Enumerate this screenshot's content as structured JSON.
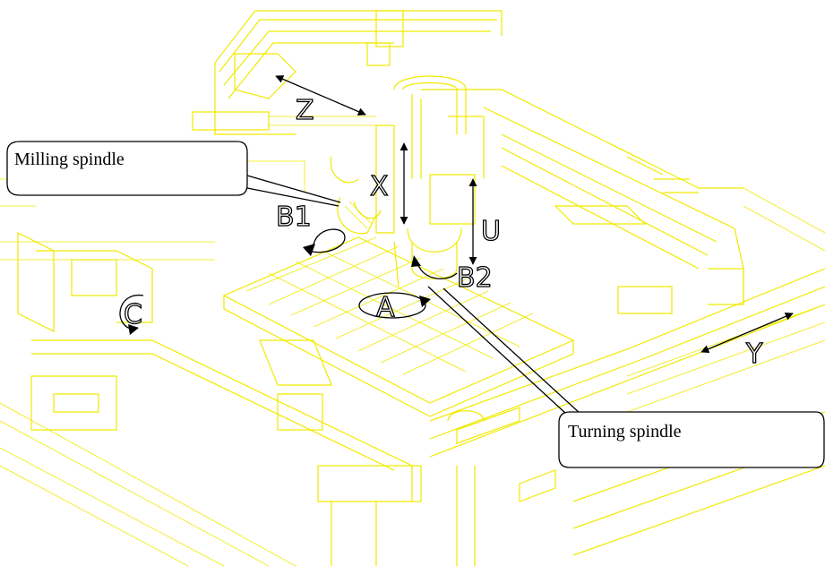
{
  "labels": {
    "milling_spindle": "Milling spindle",
    "turning_spindle": "Turning spindle"
  },
  "axes": {
    "z": "Z",
    "x": "X",
    "u": "U",
    "y": "Y",
    "b1": "B1",
    "b2": "B2",
    "a": "A",
    "c": "C"
  },
  "colors": {
    "machine_line": "#f0ea00",
    "annotation": "#000000",
    "background": "#ffffff"
  }
}
